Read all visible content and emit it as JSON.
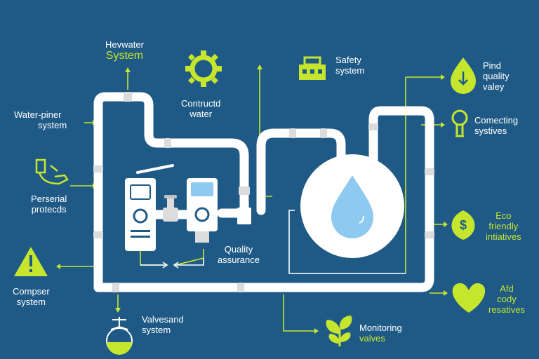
{
  "labels": {
    "top_title_1": "Hevwater",
    "top_title_2": "System",
    "water_piner_1": "Water-piner",
    "water_piner_2": "system",
    "perserial_1": "Perserial",
    "perserial_2": "protecds",
    "compser_1": "Compser",
    "compser_2": "system",
    "valvesand_1": "Valvesand",
    "valvesand_2": "system",
    "constructd_1": "Contructd",
    "constructd_2": "water",
    "quality_1": "Quality",
    "quality_2": "assurance",
    "safety_1": "Safety",
    "safety_2": "system",
    "pind_1": "Pind",
    "pind_2": "quality",
    "pind_3": "valey",
    "connecting_1": "Comecting",
    "connecting_2": "systives",
    "eco_1": "Eco",
    "eco_2": "friendly",
    "eco_3": "intiatives",
    "aid_1": "Afd",
    "aid_2": "cody",
    "aid_3": "resatives",
    "monitoring_1": "Monitoring",
    "monitoring_2": "valves"
  },
  "colors": {
    "background": "#1f5a86",
    "accent": "#c6e62e",
    "pipe": "#ffffff",
    "water": "#8ec9ef"
  },
  "icons": [
    "gear-icon",
    "control-panel-icon",
    "water-drop-icon",
    "lightbulb-icon",
    "dollar-leaf-icon",
    "heart-icon",
    "sprout-icon",
    "flask-icon",
    "warning-icon",
    "hand-glove-icon"
  ]
}
